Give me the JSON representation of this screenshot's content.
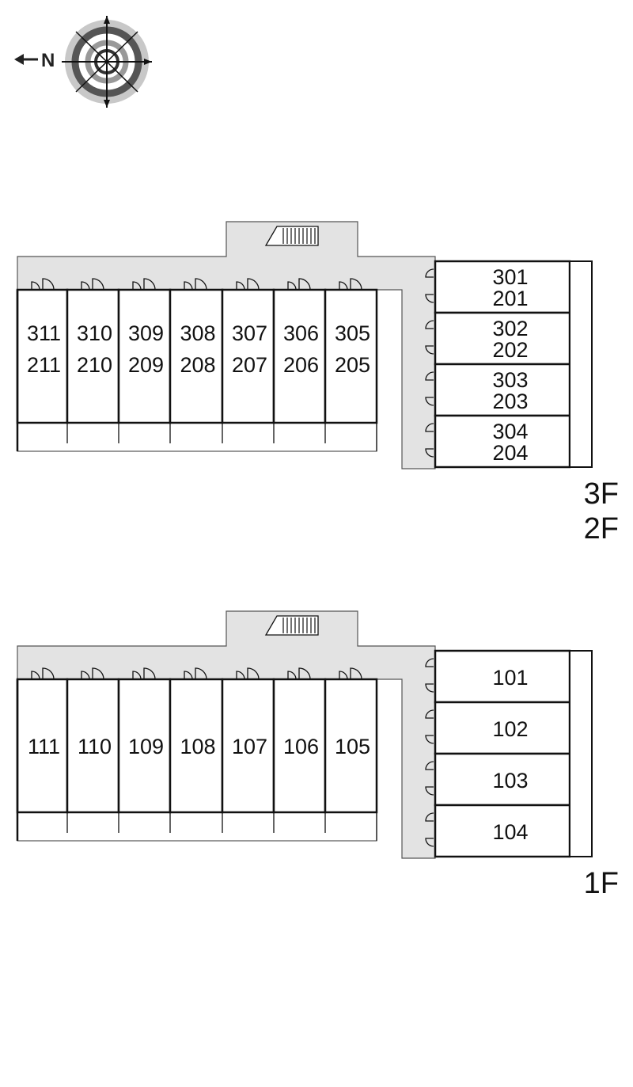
{
  "compass": {
    "north_label": "N",
    "icon": "compass-rose-icon",
    "north_direction": "left"
  },
  "colors": {
    "corridor": "#e3e3e3",
    "wall": "#111111",
    "background": "#ffffff"
  },
  "upper": {
    "floor_labels": [
      "3F",
      "2F"
    ],
    "rows": [
      {
        "top": "311",
        "bottom": "211"
      },
      {
        "top": "310",
        "bottom": "210"
      },
      {
        "top": "309",
        "bottom": "209"
      },
      {
        "top": "308",
        "bottom": "208"
      },
      {
        "top": "307",
        "bottom": "207"
      },
      {
        "top": "306",
        "bottom": "206"
      },
      {
        "top": "305",
        "bottom": "205"
      }
    ],
    "wing": [
      {
        "top": "301",
        "bottom": "201"
      },
      {
        "top": "302",
        "bottom": "202"
      },
      {
        "top": "303",
        "bottom": "203"
      },
      {
        "top": "304",
        "bottom": "204"
      }
    ]
  },
  "lower": {
    "floor_labels": [
      "1F"
    ],
    "rows": [
      {
        "top": "111"
      },
      {
        "top": "110"
      },
      {
        "top": "109"
      },
      {
        "top": "108"
      },
      {
        "top": "107"
      },
      {
        "top": "106"
      },
      {
        "top": "105"
      }
    ],
    "wing": [
      {
        "top": "101"
      },
      {
        "top": "102"
      },
      {
        "top": "103"
      },
      {
        "top": "104"
      }
    ]
  }
}
